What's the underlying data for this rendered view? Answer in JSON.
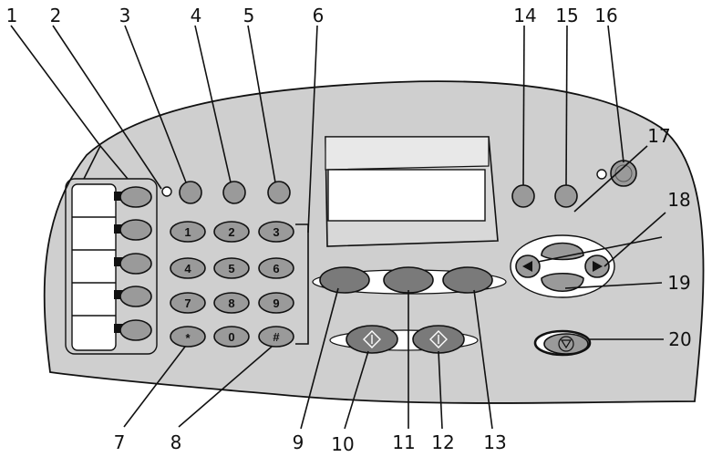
{
  "colors": {
    "body": "#cfcfcf",
    "button": "#9a9a9a",
    "button_dark": "#7a7a7a",
    "ink": "#111111",
    "white": "#ffffff"
  },
  "keypad": {
    "keys": [
      "1",
      "2",
      "3",
      "4",
      "5",
      "6",
      "7",
      "8",
      "9",
      "*",
      "0",
      "#"
    ]
  },
  "callouts": {
    "c1": "1",
    "c2": "2",
    "c3": "3",
    "c4": "4",
    "c5": "5",
    "c6": "6",
    "c7": "7",
    "c8": "8",
    "c9": "9",
    "c10": "10",
    "c11": "11",
    "c12": "12",
    "c13": "13",
    "c14": "14",
    "c15": "15",
    "c16": "16",
    "c17": "17",
    "c18": "18",
    "c19": "19",
    "c20": "20"
  },
  "icons": {
    "start_black": "diamond-start-icon",
    "start_color": "diamond-start-icon",
    "stop": "stop-triangle-icon",
    "left_arrow": "left-arrow-icon",
    "right_arrow": "right-arrow-icon"
  }
}
